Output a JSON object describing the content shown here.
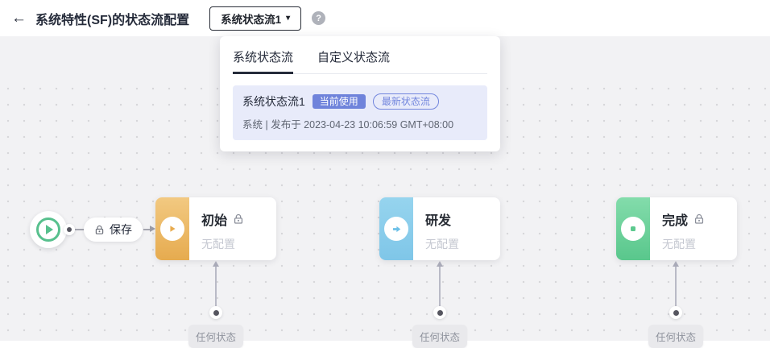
{
  "header": {
    "back_icon": "←",
    "title": "系统特性(SF)的状态流配置",
    "selector_label": "系统状态流1",
    "selector_caret": "▾",
    "help_glyph": "?"
  },
  "dropdown": {
    "tabs": [
      {
        "label": "系统状态流"
      },
      {
        "label": "自定义状态流"
      }
    ],
    "item": {
      "name": "系统状态流1",
      "badge_current": "当前使用",
      "badge_latest": "最新状态流",
      "meta": "系统 | 发布于 2023-04-23 10:06:59 GMT+08:00"
    }
  },
  "flow": {
    "save_transition": "保存",
    "nodes": [
      {
        "title": "初始",
        "subtitle": "无配置"
      },
      {
        "title": "研发",
        "subtitle": "无配置"
      },
      {
        "title": "完成",
        "subtitle": "无配置"
      }
    ],
    "any_state": "任何状态"
  },
  "colors": {
    "accent": "#6f83db",
    "node_orange": "#e8ab4e",
    "node_blue": "#6cc0e8",
    "node_green": "#5cc98e",
    "start_green": "#57c08d"
  }
}
